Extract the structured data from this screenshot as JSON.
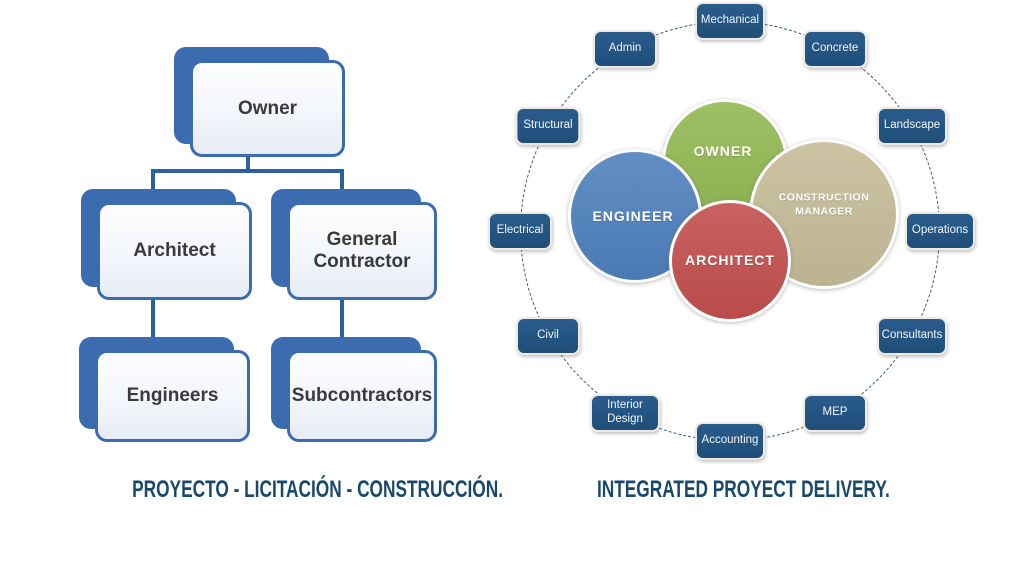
{
  "org": {
    "nodes": {
      "owner": "Owner",
      "architect": "Architect",
      "general_contractor": "General Contractor",
      "engineers": "Engineers",
      "subcontractors": "Subcontractors"
    },
    "caption": "PROYECTO - LICITACIÓN - CONSTRUCCIÓN."
  },
  "idp": {
    "ring": [
      "Mechanical",
      "Concrete",
      "Landscape",
      "Operations",
      "Consultants",
      "MEP",
      "Accounting",
      "Interior Design",
      "Civil",
      "Electrical",
      "Structural",
      "Admin"
    ],
    "venn": {
      "owner": {
        "label": "OWNER"
      },
      "engineer": {
        "label": "ENGINEER"
      },
      "construction_manager": {
        "label": "CONSTRUCTION MANAGER"
      },
      "architect": {
        "label": "ARCHITECT"
      }
    },
    "caption": "INTEGRATED PROYECT DELIVERY."
  },
  "theme": {
    "org_blue": "#3b6cb0",
    "org_connector": "#2e5f9e",
    "org_face_top": "#fdfdfe",
    "org_face_bottom": "#e6ecf5",
    "org_text": "#3a3a3a",
    "navy_box": "#1f4e79",
    "navy_box_light": "#2a5c8c",
    "box_border_light": "#eceae3",
    "node_text": "#f2f5f9",
    "ring_line": "#3a5a7c",
    "caption": "#18496b",
    "venn_owner": "#93b954",
    "venn_engineer": "#4f81bd",
    "venn_construction_manager": "#c5bc98",
    "venn_architect": "#c2504e"
  }
}
